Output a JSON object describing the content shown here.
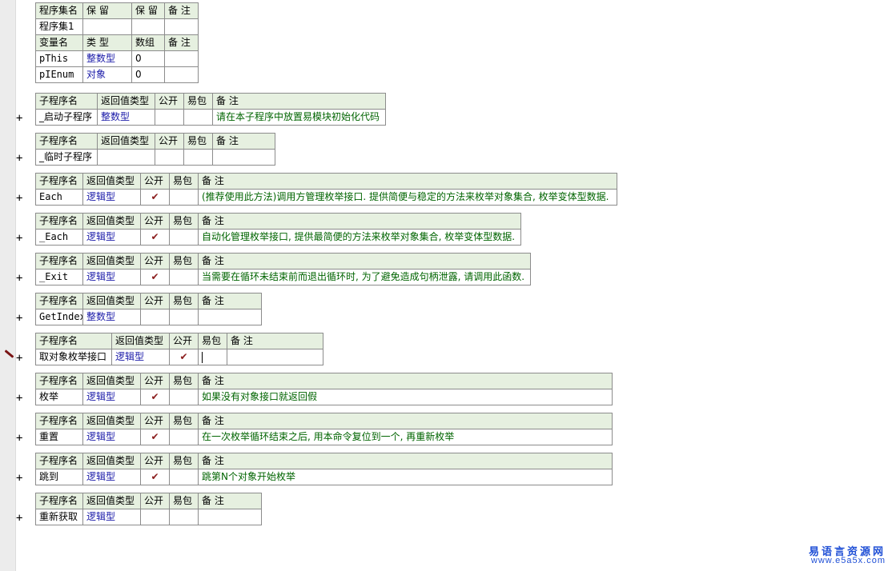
{
  "assembly": {
    "headers": [
      "程序集名",
      "保 留",
      "保 留",
      "备 注"
    ],
    "row": [
      "程序集1",
      "",
      "",
      ""
    ],
    "var_headers": [
      "变量名",
      "类 型",
      "数组",
      "备 注"
    ],
    "vars": [
      [
        "pThis",
        "整数型",
        "0",
        ""
      ],
      [
        "pIEnum",
        "对象",
        "0",
        ""
      ]
    ]
  },
  "sub_headers": [
    "子程序名",
    "返回值类型",
    "公开",
    "易包",
    "备 注"
  ],
  "public_mark": "✔",
  "expand_glyph": "+",
  "subs": [
    {
      "name": "_启动子程序",
      "ret": "整数型",
      "note": "请在本子程序中放置易模块初始化代码"
    },
    {
      "name": "_临时子程序",
      "ret": "",
      "note": ""
    },
    {
      "name": "Each",
      "ret": "逻辑型",
      "note": "(推荐使用此方法)调用方管理枚举接口. 提供简便与稳定的方法来枚举对象集合, 枚举变体型数据."
    },
    {
      "name": "_Each",
      "ret": "逻辑型",
      "note": "自动化管理枚举接口, 提供最简便的方法来枚举对象集合, 枚举变体型数据."
    },
    {
      "name": "_Exit",
      "ret": "逻辑型",
      "note": "当需要在循环未结束前而退出循环时, 为了避免造成句柄泄露, 请调用此函数."
    },
    {
      "name": "GetIndex",
      "ret": "整数型",
      "note": ""
    },
    {
      "name": "取对象枚举接口",
      "ret": "逻辑型",
      "note": ""
    },
    {
      "name": "枚举",
      "ret": "逻辑型",
      "note": "如果没有对象接口就返回假"
    },
    {
      "name": "重置",
      "ret": "逻辑型",
      "note": "在一次枚举循环结束之后, 用本命令复位到一个, 再重新枚举"
    },
    {
      "name": "跳到",
      "ret": "逻辑型",
      "note": "跳第N个对象开始枚举"
    },
    {
      "name": "重新获取",
      "ret": "逻辑型",
      "note": ""
    }
  ],
  "watermark": {
    "line1": "易语言资源网",
    "line2": "www.e5a5x.com"
  }
}
